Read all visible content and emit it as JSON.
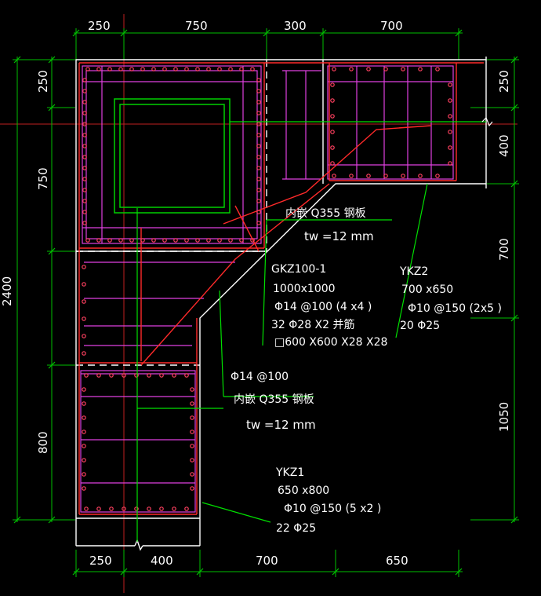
{
  "colors": {
    "background": "#000000",
    "outline": "#ffffff",
    "dimension": "#00c800",
    "rebar": "#ff3030",
    "stirrup": "#e040e0",
    "leader": "#00e000",
    "label": "#ffffff",
    "axis": "#e03030"
  },
  "dimensions": {
    "top": [
      "250",
      "750",
      "300",
      "700"
    ],
    "bottom": [
      "250",
      "400",
      "700",
      "650"
    ],
    "left_total": "2400",
    "left": [
      "250",
      "750",
      "800"
    ],
    "right": [
      "250",
      "400",
      "700",
      "1050"
    ]
  },
  "labels": {
    "gkz": {
      "name": "GKZ100-1",
      "size": "1000x1000",
      "stirrup": "Φ14 @100 (4 x4 )",
      "main": "32 Φ28 X2 并筋",
      "steel": "□600 X600 X28 X28"
    },
    "ykz2": {
      "name": "YKZ2",
      "size": "700 x650",
      "stirrup": "Φ10 @150 (2x5 )",
      "main": "20 Φ25"
    },
    "ykz1": {
      "name": "YKZ1",
      "size": "650 x800",
      "stirrup": "Φ10 @150 (5 x2 )",
      "main": "22 Φ25"
    },
    "plate_top": {
      "material": "内嵌 Q355 钢板",
      "thickness": "tw =12 mm"
    },
    "plate_mid": {
      "rebar": "Φ14 @100",
      "material": "内嵌 Q355 钢板",
      "thickness": "tw =12 mm"
    }
  }
}
